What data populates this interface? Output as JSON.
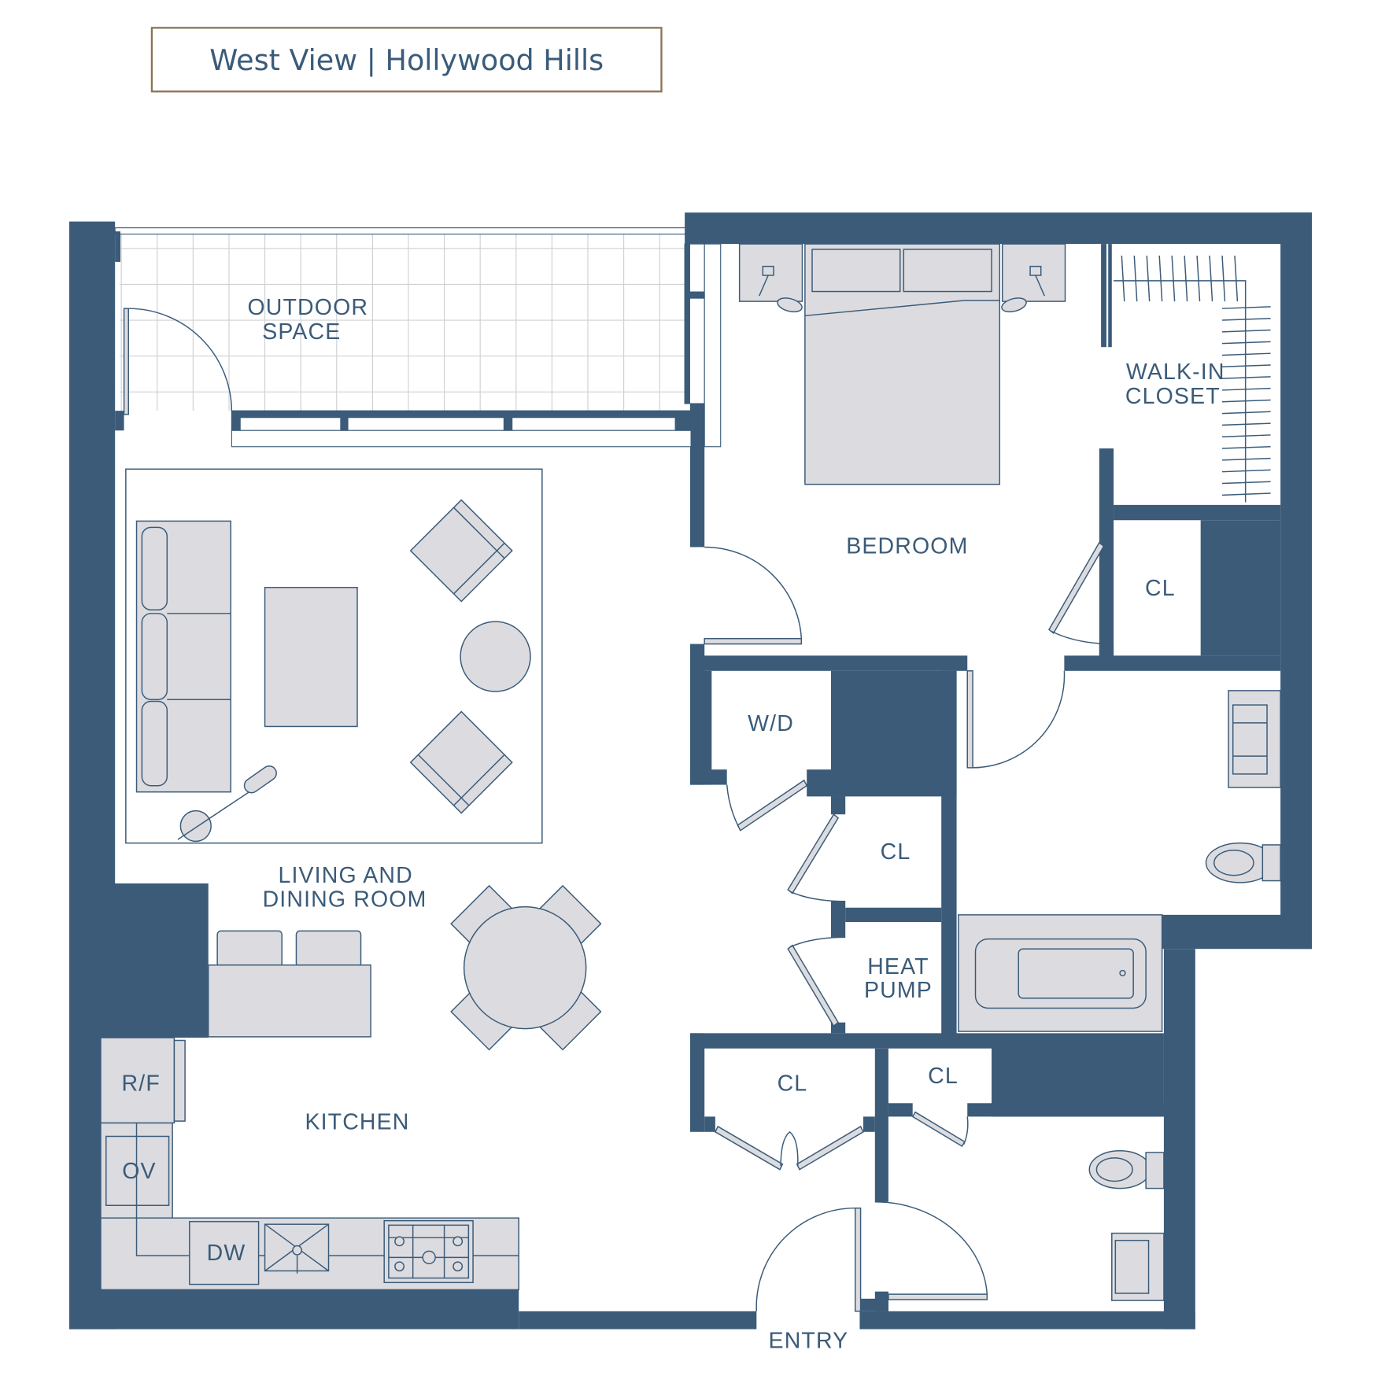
{
  "title": "West View | Hollywood Hills",
  "colors": {
    "wall": "#3b5b79",
    "fixture_fill": "#dcdce0",
    "title_border": "#8b7350",
    "text": "#3b5b79"
  },
  "rooms": {
    "outdoor_line1": "OUTDOOR",
    "outdoor_line2": "SPACE",
    "bedroom": "BEDROOM",
    "walkin_line1": "WALK-IN",
    "walkin_line2": "CLOSET",
    "closet_bedroom": "CL",
    "washer_dryer": "W/D",
    "closet_hall": "CL",
    "heat_line1": "HEAT",
    "heat_line2": "PUMP",
    "living_line1": "LIVING AND",
    "living_line2": "DINING ROOM",
    "kitchen": "KITCHEN",
    "fridge": "R/F",
    "oven": "OV",
    "dishwasher": "DW",
    "closet_entry_1": "CL",
    "closet_entry_2": "CL",
    "entry": "ENTRY"
  }
}
